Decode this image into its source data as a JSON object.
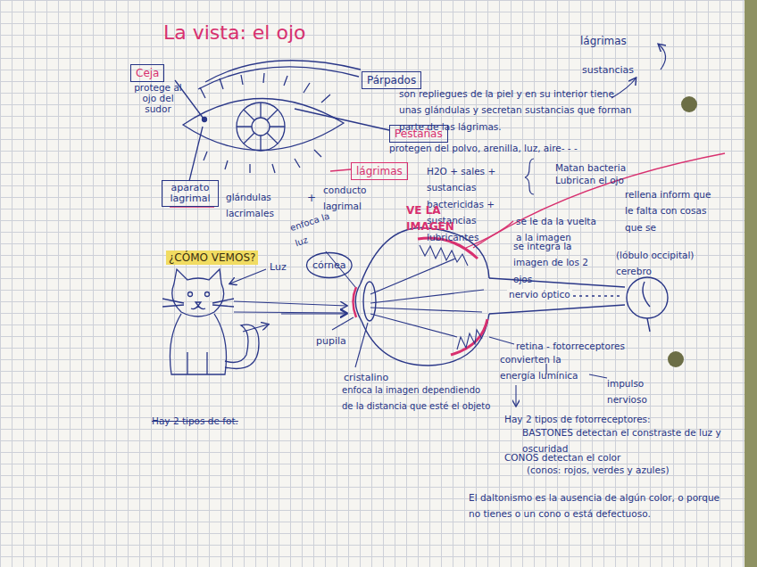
{
  "diagram": {
    "title": "La vista: el ojo",
    "nodes": [
      {
        "text": [
          "Ceja",
          "protege al ojo del sudor"
        ]
      },
      {
        "text": [
          "Párpados"
        ]
      },
      {
        "text": [
          "Pestañas",
          "protegen del polvo, arenilla, luz, aire- - -"
        ]
      },
      {
        "text": [
          "aparato lagrimal"
        ]
      },
      {
        "text": [
          "lágrimas"
        ]
      },
      {
        "text": [
          "córnea"
        ]
      }
    ],
    "labels": [
      "lágrimas",
      "sustancias",
      "son repliegues de la piel y en su interior tiene unas glándulas y secretan sustancias que forman parte de las lágrimas.",
      "glándulas lacrimales",
      "+",
      "conducto lagrimal",
      "H2O + sales + sustancias bactericidas + sustancias lubricantes",
      "Matan bacteria",
      "Lubrican el ojo",
      "VE LA IMAGEN",
      "se le da la vuelta a la imagen",
      "se integra la imagen de los 2 ojos",
      "rellena inform que le falta con cosas que se",
      "(lóbulo occipital) cerebro",
      "¿CÓMO VEMOS?",
      "Luz",
      "enfoca la luz",
      "pupila",
      "nervio óptico",
      "cristalino",
      "enfoca la imagen dependiendo de la distancia que esté el objeto",
      "retina - fotorreceptores",
      "convierten la energía lumínica",
      "impulso nervioso",
      "Hay 2 tipos de fotorreceptores:",
      "BASTONES detectan el constraste de luz y oscuridad",
      "CONOS detectan el color",
      "(conos: rojos, verdes y azules)",
      "El daltonismo es la ausencia de algún color, o porque no tienes o un cono o está defectuoso.",
      "Hay 2 tipos de fot."
    ]
  }
}
